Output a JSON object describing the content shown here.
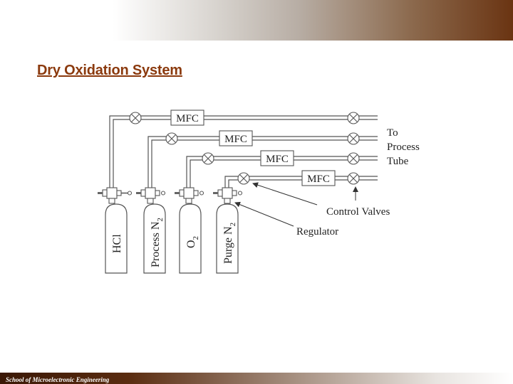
{
  "slide": {
    "title": "Dry Oxidation System"
  },
  "footer": {
    "text": "School of Microelectronic Engineering"
  },
  "diagram": {
    "mfc_label": "MFC",
    "mfc_labels": [
      "MFC",
      "MFC",
      "MFC",
      "MFC"
    ],
    "destination_lines": [
      "To",
      "Process",
      "Tube"
    ],
    "control_valves_label": "Control Valves",
    "regulator_label": "Regulator",
    "cylinders": [
      {
        "name": "HCl",
        "sub": ""
      },
      {
        "name": "Process N",
        "sub": "2"
      },
      {
        "name": "O",
        "sub": "2"
      },
      {
        "name": "Purge N",
        "sub": "2"
      }
    ]
  },
  "colors": {
    "title": "#8b3a0e",
    "band_dark": "#6a3412",
    "line": "#444444"
  }
}
